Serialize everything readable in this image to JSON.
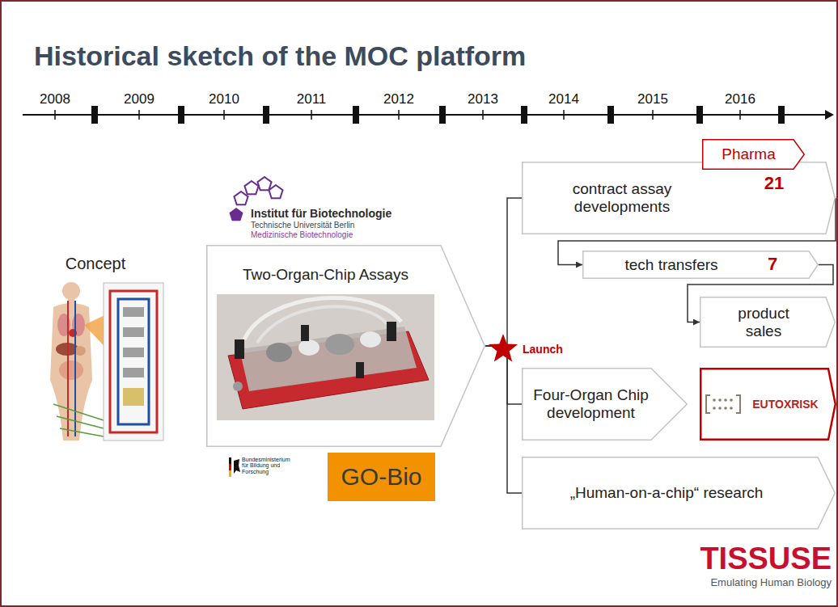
{
  "diagram": {
    "title": "Historical sketch of the MOC platform",
    "nodes": [
      {
        "text": [
          "Two-Organ-Chip Assays"
        ]
      },
      {
        "text": [
          "contract assay developments"
        ]
      },
      {
        "text": [
          "Pharma"
        ],
        "in": 1
      },
      {
        "text": [
          "tech transfers"
        ]
      },
      {
        "text": [
          "product sales"
        ]
      },
      {
        "text": [
          "Four-Organ Chip development"
        ]
      },
      {
        "text": [
          "EUTOXRISK"
        ]
      },
      {
        "text": [
          "„Human-on-a-chip“ research"
        ]
      },
      {
        "text": [
          "GO-Bio"
        ]
      }
    ],
    "edges": [
      {
        "from": 0,
        "to": 1,
        "arrow": "none"
      },
      {
        "from": 0,
        "to": 5,
        "arrow": "none"
      },
      {
        "from": 0,
        "to": 7,
        "arrow": "none"
      },
      {
        "from": 1,
        "to": 3,
        "arrow": "to"
      },
      {
        "from": 3,
        "to": 4,
        "arrow": "to"
      }
    ],
    "labels": [
      "2008",
      "2009",
      "2010",
      "2011",
      "2012",
      "2013",
      "2014",
      "2015",
      "2016",
      "Concept",
      "Institut für Biotechnologie",
      "Technische Universität Berlin",
      "Medizinische Biotechnologie",
      "Bundesministerium für Bildung und Forschung",
      "Launch",
      "21",
      "7",
      "TISSUSE",
      "Emulating Human Biology"
    ]
  }
}
